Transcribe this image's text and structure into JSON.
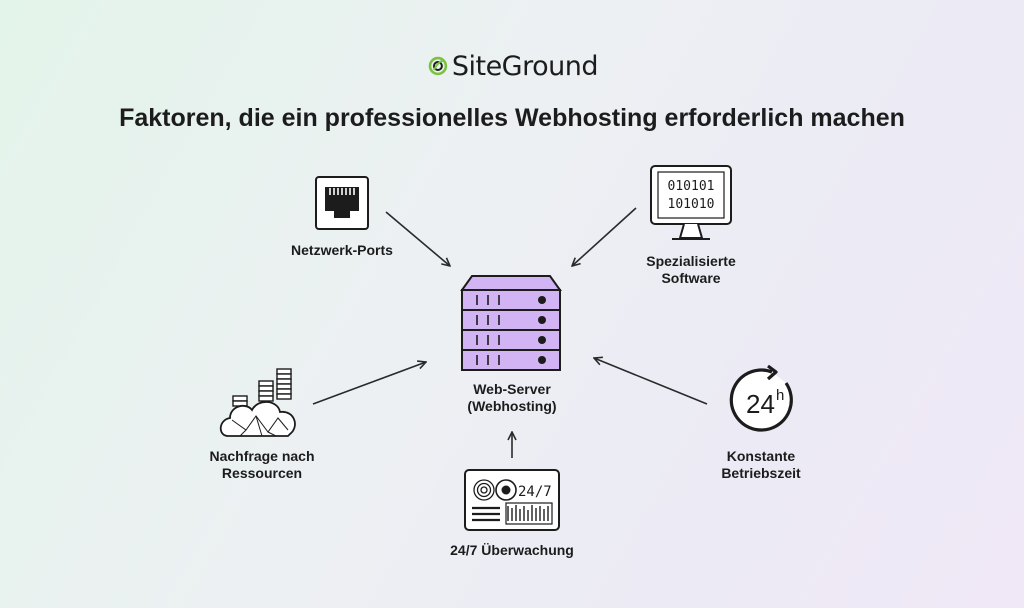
{
  "brand": {
    "name": "SiteGround",
    "accent": "#7cc242"
  },
  "title": "Faktoren, die ein professionelles Webhosting erforderlich machen",
  "center": {
    "label_lines": [
      "Web-Server",
      "(Webhosting)"
    ],
    "icon": "server-rack-icon",
    "color": "#d2b3f3"
  },
  "factors": [
    {
      "id": "ports",
      "label_lines": [
        "Netzwerk-Ports"
      ],
      "icon": "ethernet-port-icon"
    },
    {
      "id": "software",
      "label_lines": [
        "Spezialisierte",
        "Software"
      ],
      "icon": "monitor-binary-icon",
      "screen_lines": [
        "010101",
        "101010"
      ]
    },
    {
      "id": "resources",
      "label_lines": [
        "Nachfrage nach",
        "Ressourcen"
      ],
      "icon": "cloud-data-icon"
    },
    {
      "id": "uptime",
      "label_lines": [
        "Konstante",
        "Betriebszeit"
      ],
      "icon": "clock-24h-icon",
      "badge_main": "24",
      "badge_sup": "h"
    },
    {
      "id": "monitoring",
      "label_lines": [
        "24/7 Überwachung"
      ],
      "icon": "monitoring-dashboard-icon",
      "panel_text": "24/7"
    }
  ]
}
